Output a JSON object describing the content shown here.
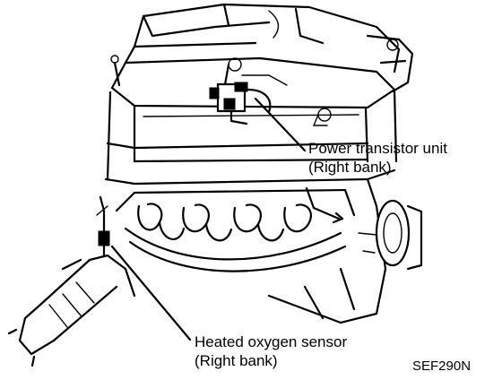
{
  "callouts": {
    "power_transistor": {
      "line1": "Power transistor unit",
      "line2": "(Right bank)"
    },
    "oxygen_sensor": {
      "line1": "Heated oxygen sensor",
      "line2": "(Right bank)"
    }
  },
  "figure_code": "SEF290N"
}
